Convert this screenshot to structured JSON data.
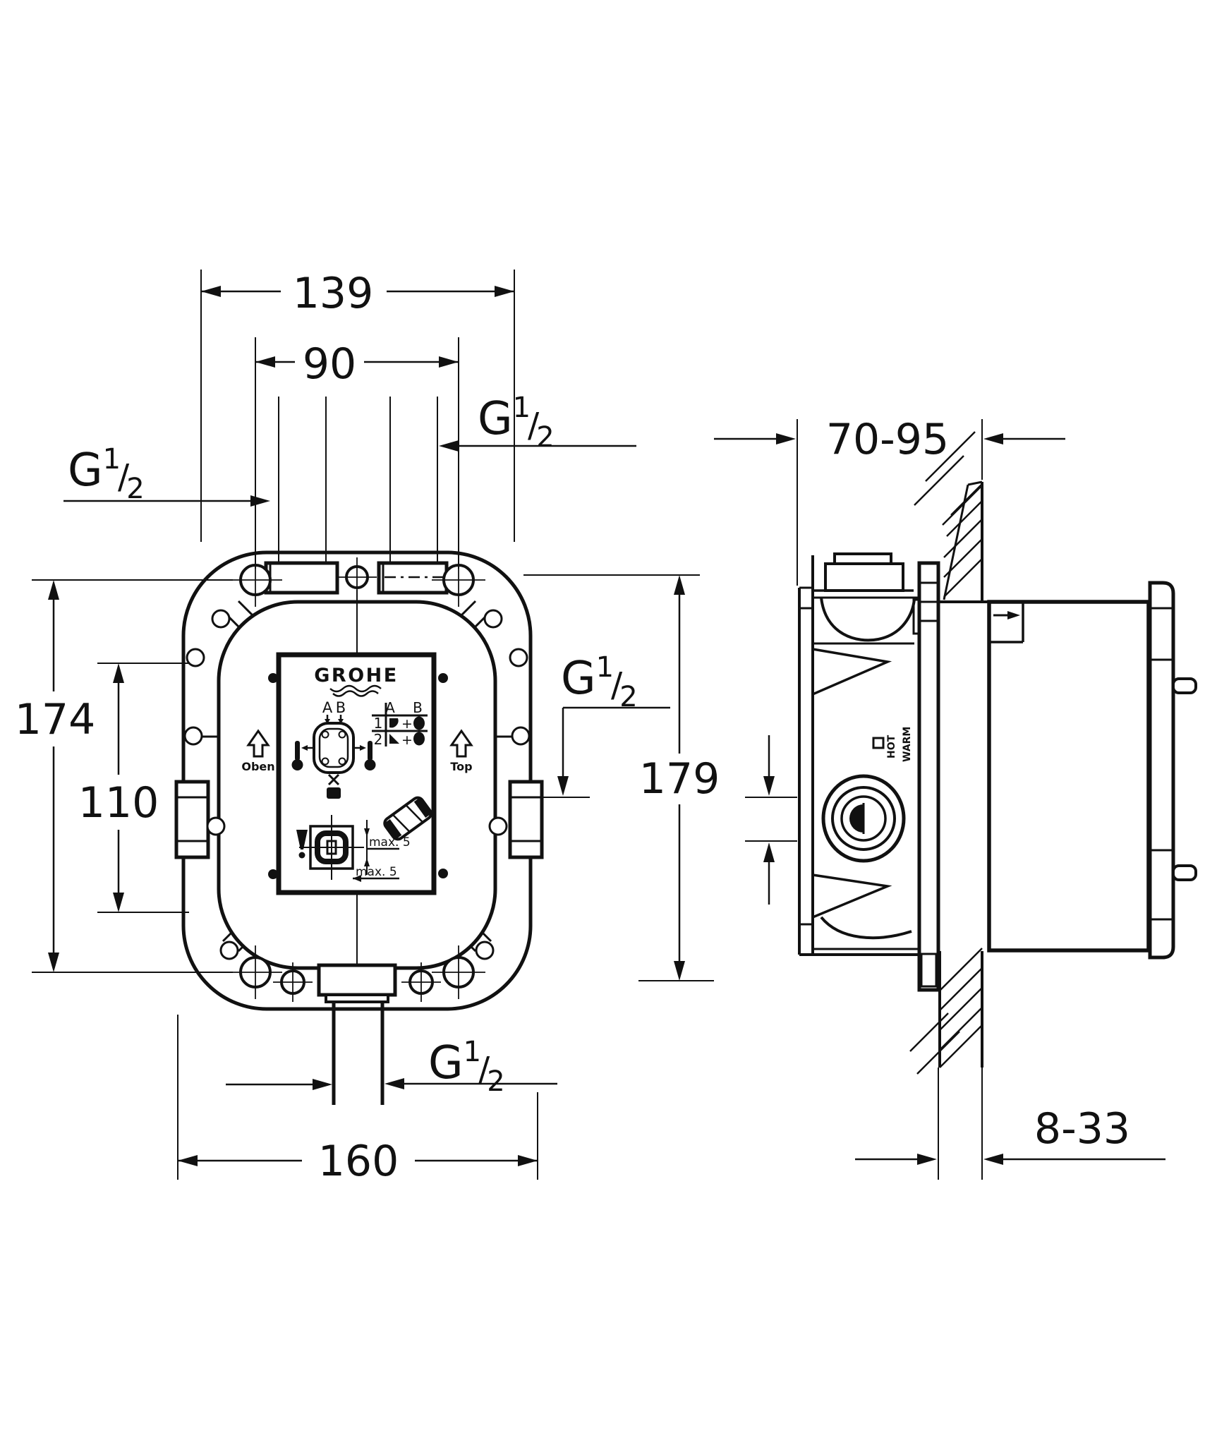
{
  "dimensions": {
    "width_outer": "139",
    "width_ports": "90",
    "height_mount": "174",
    "height_port": "110",
    "width_bottom": "160",
    "height_side": "179",
    "depth_range": "70-95",
    "surface_offset": "8-33"
  },
  "thread": {
    "base": "G",
    "sup": "1",
    "slash": "/",
    "sub": "2"
  },
  "panel": {
    "brand": "GROHE",
    "port_a": "A",
    "port_b": "B",
    "col_a": "A",
    "col_b": "B",
    "row_1": "1",
    "row_2": "2",
    "plus": "+",
    "max_note": "max. 5"
  },
  "orientation": {
    "left": "Oben",
    "right": "Top"
  },
  "side_labels": {
    "hot": "HOT",
    "warm": "WARM"
  },
  "colors": {
    "ink": "#111111",
    "paper": "#ffffff"
  }
}
